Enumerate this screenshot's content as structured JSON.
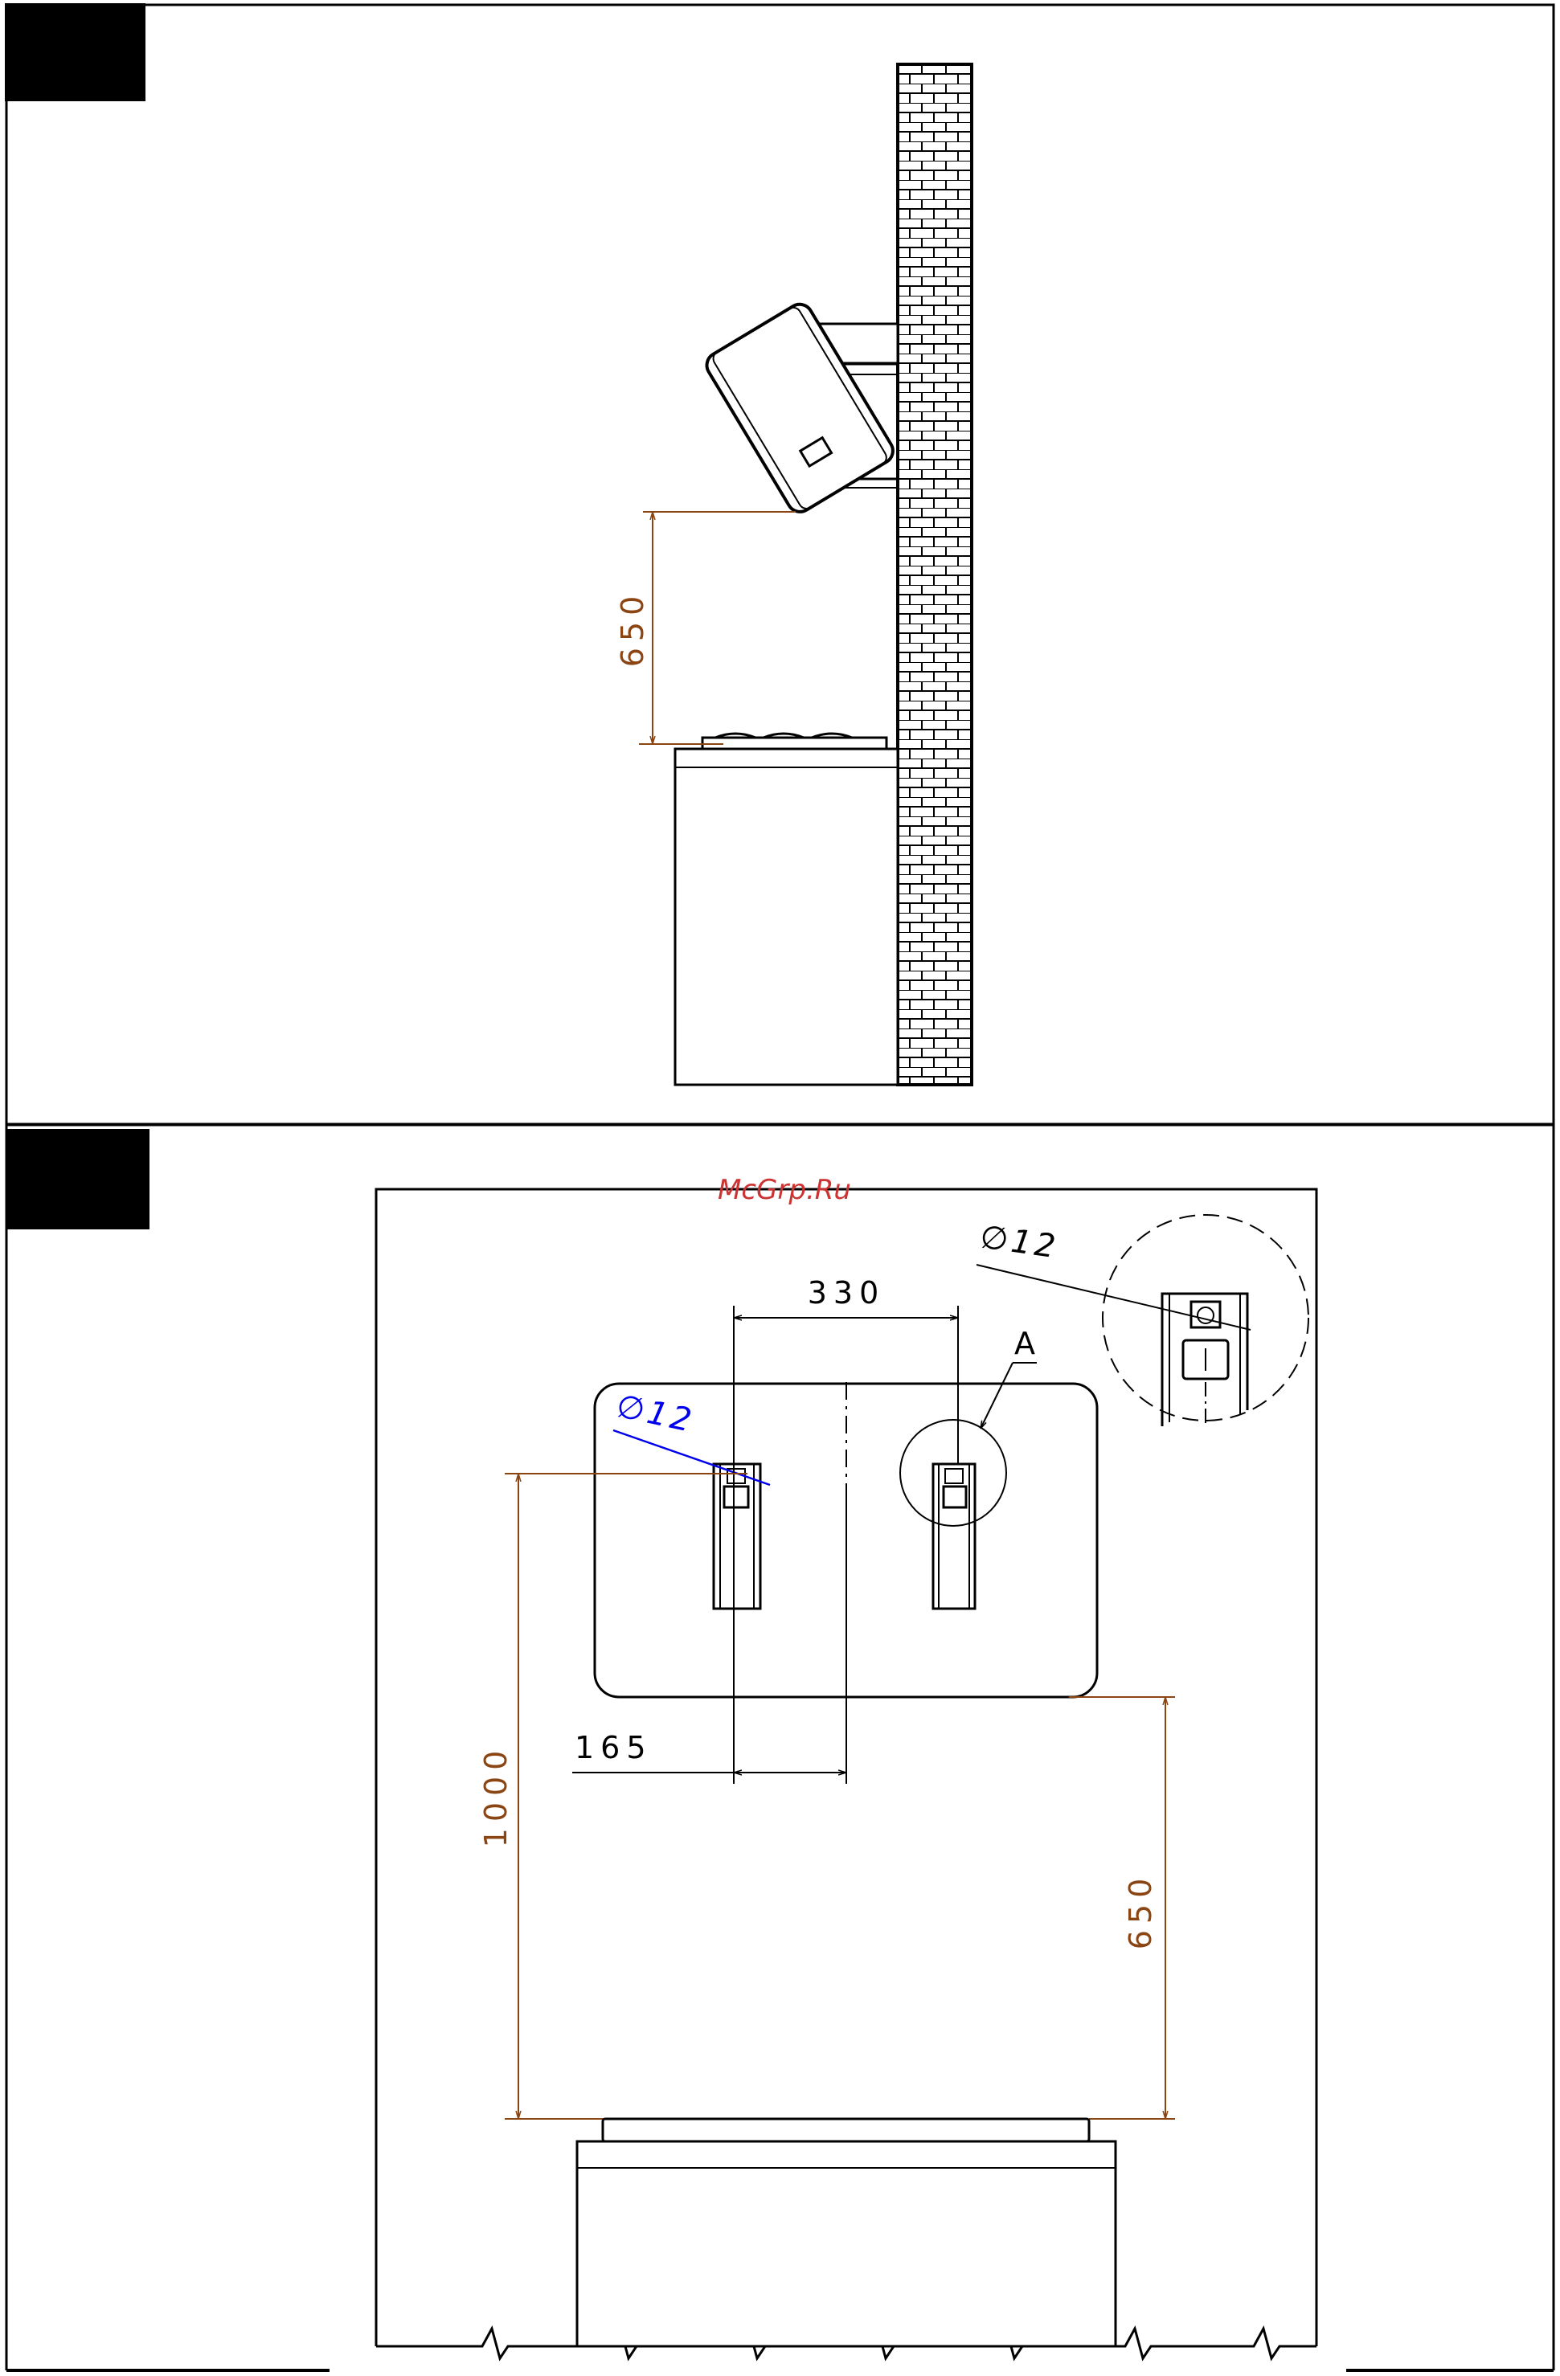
{
  "colors": {
    "line": "#000000",
    "dimension": "#8B4513",
    "highlight": "#0000EE",
    "watermark": "#CC3333",
    "background": "#FFFFFF"
  },
  "watermark": "McGrp.Ru",
  "side_view": {
    "height_label": "650"
  },
  "front_view": {
    "spacing_label": "330",
    "center_offset_label": "165",
    "total_height_label": "1000",
    "hood_height_label": "650",
    "hole_label": "∅12",
    "detail_hole_label": "∅12",
    "detail_ref_label": "A"
  }
}
